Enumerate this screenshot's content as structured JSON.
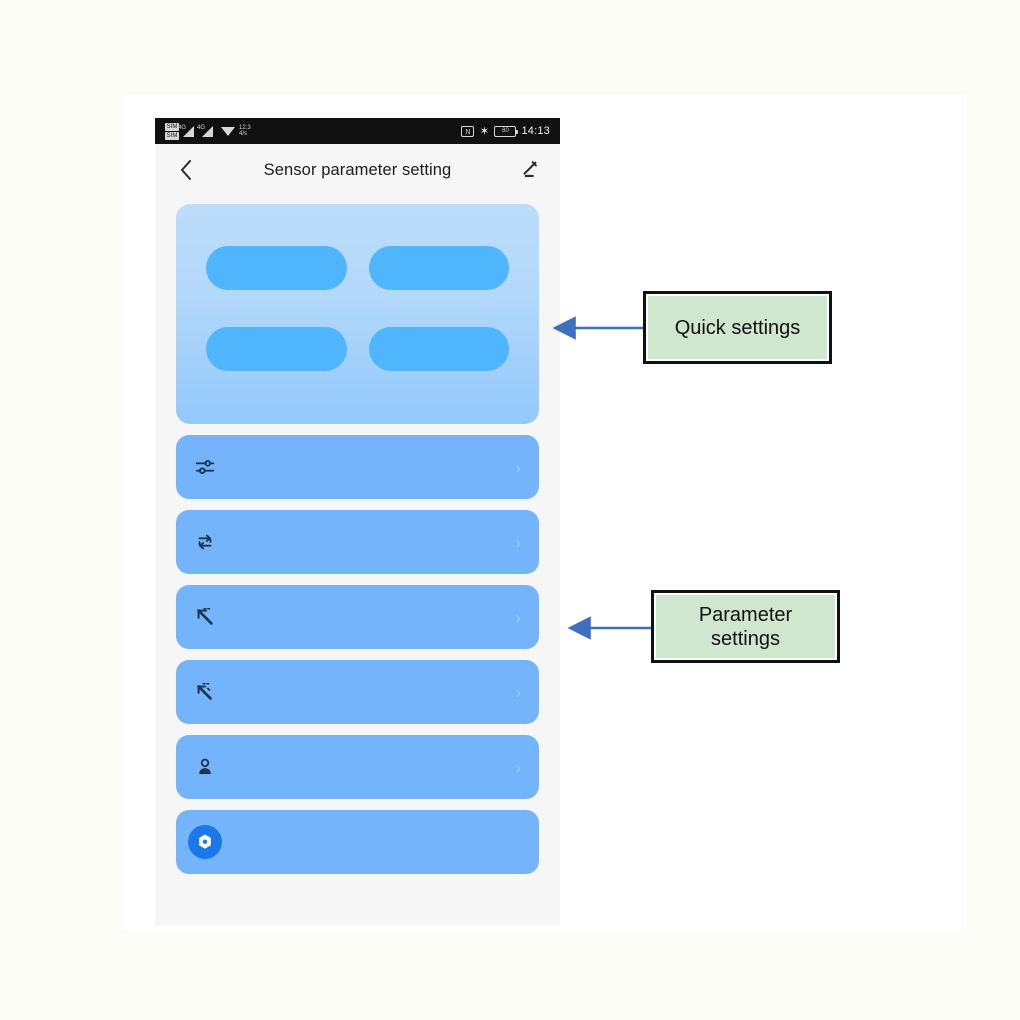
{
  "page": {
    "background": "#fdfdf7",
    "panel_background": "#ffffff"
  },
  "phone": {
    "status_bar": {
      "sim1_label": "SIM",
      "sim2_label": "SIM",
      "signal1_sup": "4G",
      "signal2_sup": "4G",
      "wifi_icon": "wifi-icon",
      "rate_up": "12.3",
      "rate_down": "4/s",
      "nfc_label": "N",
      "bluetooth_glyph": "✶",
      "battery_label": "80",
      "clock": "14:13",
      "background": "#111111"
    },
    "header": {
      "back_icon": "chevron-left-icon",
      "title": "Sensor parameter setting",
      "edit_icon": "edit-pencil-icon"
    },
    "quick_settings": {
      "card_name": "quick-settings-card",
      "gradient_top": "#bcddfa",
      "gradient_bottom": "#93c9fb",
      "pill_color": "#4fb5fc",
      "pills": [
        {
          "label": "",
          "name": "quick-pill-1"
        },
        {
          "label": "",
          "name": "quick-pill-2"
        },
        {
          "label": "",
          "name": "quick-pill-3"
        },
        {
          "label": "",
          "name": "quick-pill-4"
        }
      ]
    },
    "parameter_settings": {
      "row_color": "#74b4fb",
      "chevron_color": "#9fd0fd",
      "rows": [
        {
          "icon": "tune-sliders-icon",
          "label": "",
          "chevron": "›"
        },
        {
          "icon": "repeat-loop-icon",
          "label": "",
          "chevron": "›"
        },
        {
          "icon": "arrow-up-left-trend-icon",
          "label": "",
          "chevron": "›"
        },
        {
          "icon": "arrow-up-left-dashed-icon",
          "label": "",
          "chevron": "›"
        },
        {
          "icon": "person-icon",
          "label": "",
          "chevron": "›"
        },
        {
          "icon": "gear-badge-icon",
          "label": "",
          "chevron": ""
        }
      ]
    }
  },
  "annotations": {
    "box_fill": "#cfe6cf",
    "box_border": "#111111",
    "arrow_color": "#3f6fbf",
    "items": [
      {
        "name": "callout-quick-settings",
        "text": "Quick settings"
      },
      {
        "name": "callout-parameter-settings",
        "text": "Parameter\nsettings"
      }
    ]
  }
}
